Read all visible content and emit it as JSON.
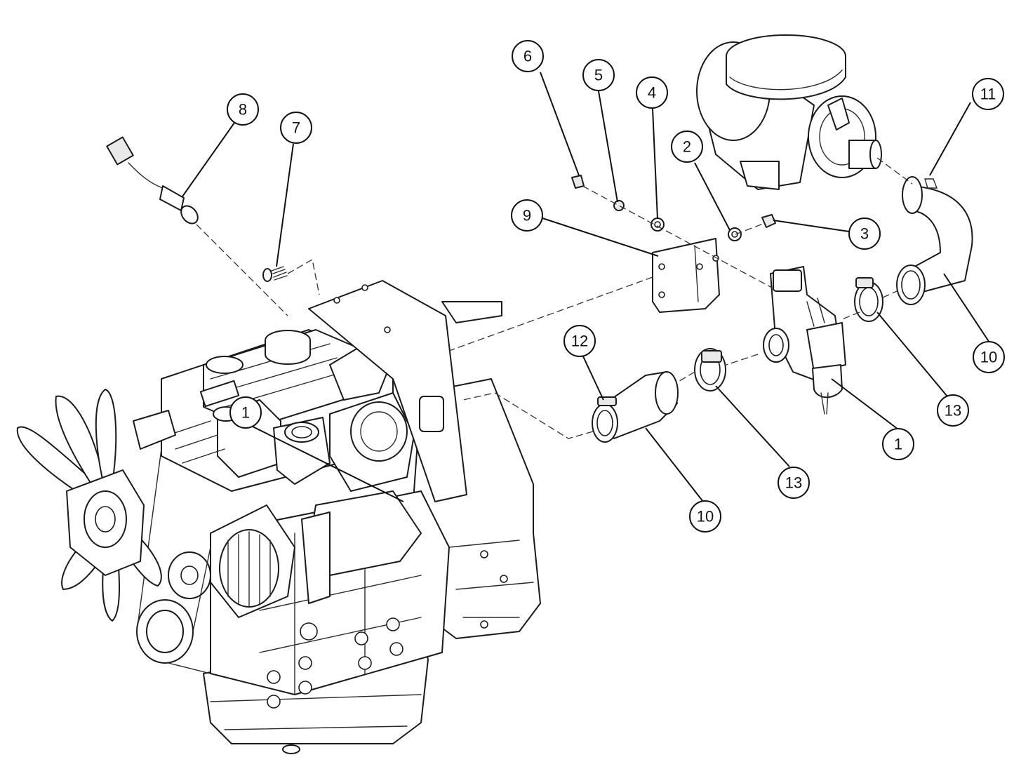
{
  "callouts": [
    {
      "id": "c1a",
      "label": "1"
    },
    {
      "id": "c1b",
      "label": "1"
    },
    {
      "id": "c2",
      "label": "2"
    },
    {
      "id": "c3",
      "label": "3"
    },
    {
      "id": "c4",
      "label": "4"
    },
    {
      "id": "c5",
      "label": "5"
    },
    {
      "id": "c6",
      "label": "6"
    },
    {
      "id": "c7",
      "label": "7"
    },
    {
      "id": "c8",
      "label": "8"
    },
    {
      "id": "c9",
      "label": "9"
    },
    {
      "id": "c10a",
      "label": "10"
    },
    {
      "id": "c10b",
      "label": "10"
    },
    {
      "id": "c11",
      "label": "11"
    },
    {
      "id": "c12",
      "label": "12"
    },
    {
      "id": "c13a",
      "label": "13"
    },
    {
      "id": "c13b",
      "label": "13"
    }
  ]
}
